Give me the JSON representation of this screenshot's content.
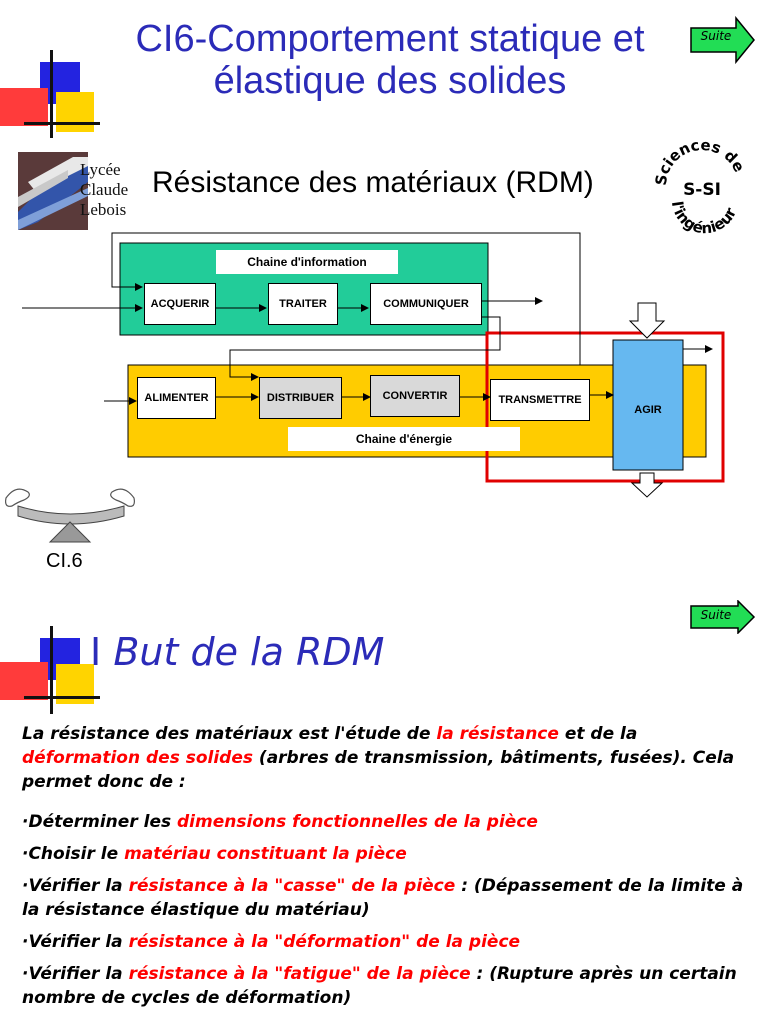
{
  "slide1": {
    "title_line1": "CI6-Comportement statique et",
    "title_line2": "élastique des solides",
    "suite": "Suite",
    "logo_lines": [
      "Lycée",
      "Claude",
      "Lebois"
    ],
    "subtitle": "Résistance des matériaux (RDM)",
    "ssi_badge": {
      "top": "Sciences de",
      "middle": "S-SI",
      "bottom": "l'ingénieur"
    },
    "diagram": {
      "info_chain_label": "Chaine d'information",
      "energy_chain_label": "Chaine d'énergie",
      "acquerir": "ACQUERIR",
      "traiter": "TRAITER",
      "communiquer": "COMMUNIQUER",
      "alimenter": "ALIMENTER",
      "distribuer": "DISTRIBUER",
      "convertir": "CONVERTIR",
      "transmettre": "TRANSMETTRE",
      "agir": "AGIR",
      "colors": {
        "info": "#22cc99",
        "energy": "#ffcc00",
        "agir": "#66b8f0",
        "highlight": "#e00000"
      }
    },
    "ci_label": "CI.6"
  },
  "slide2": {
    "suite": "Suite",
    "title_num": "I",
    "title_text": "But de la RDM",
    "intro": [
      {
        "t": "La résistance des matériaux est l'étude de ",
        "red": false
      },
      {
        "t": "la résistance",
        "red": true
      },
      {
        "t": " et de la ",
        "red": false
      },
      {
        "t": "déformation des solides",
        "red": true
      },
      {
        "t": " (arbres de transmission, bâtiments, fusées). Cela permet donc de :",
        "red": false
      }
    ],
    "bullets": [
      [
        {
          "t": "·Déterminer les ",
          "red": false
        },
        {
          "t": "dimensions fonctionnelles de la pièce",
          "red": true
        }
      ],
      [
        {
          "t": "·Choisir le ",
          "red": false
        },
        {
          "t": "matériau constituant la pièce",
          "red": true
        }
      ],
      [
        {
          "t": "·Vérifier la ",
          "red": false
        },
        {
          "t": "résistance à la \"casse\" de la pièce",
          "red": true
        },
        {
          "t": " : (Dépassement de la limite à la résistance élastique du matériau)",
          "red": false
        }
      ],
      [
        {
          "t": "·Vérifier la ",
          "red": false
        },
        {
          "t": "résistance à la \"déformation\" de la pièce",
          "red": true
        }
      ],
      [
        {
          "t": "·Vérifier la ",
          "red": false
        },
        {
          "t": "résistance à la \"fatigue\" de la pièce",
          "red": true
        },
        {
          "t": " : (Rupture après un certain nombre de cycles de déformation)",
          "red": false
        }
      ]
    ]
  }
}
